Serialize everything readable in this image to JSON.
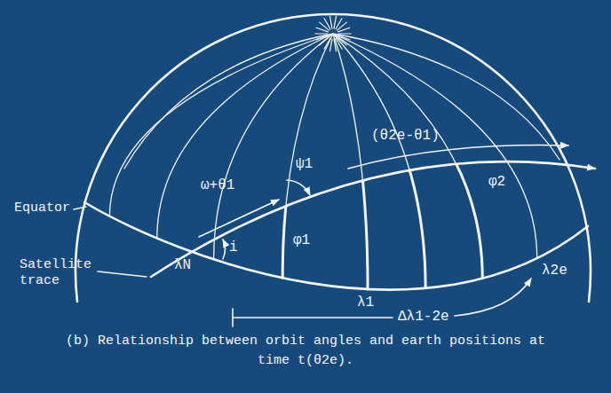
{
  "diagram": {
    "caption": "(b) Relationship between orbit angles and earth positions at time t(θ2e).",
    "labels": [
      "Equator",
      "Satellite trace",
      "λN",
      "i",
      "ω+θ1",
      "ψ1",
      "(θ2e-θ1)",
      "φ1",
      "φ2",
      "λ1",
      "λ2e",
      "Δλ1-2e"
    ]
  }
}
